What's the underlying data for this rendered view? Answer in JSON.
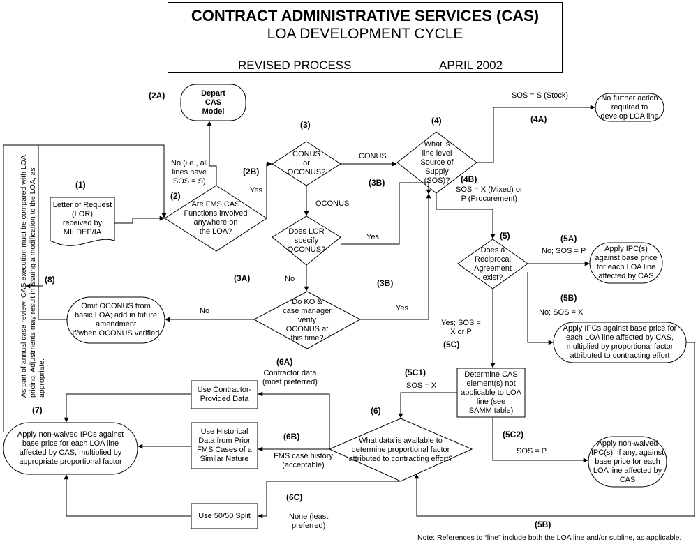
{
  "title": {
    "main": "CONTRACT ADMINISTRATIVE SERVICES (CAS)",
    "sub": "LOA DEVELOPMENT CYCLE",
    "revised": "REVISED PROCESS",
    "date": "APRIL 2002"
  },
  "steps": {
    "s1": "(1)",
    "s2": "(2)",
    "s2a": "(2A)",
    "s2b": "(2B)",
    "s3": "(3)",
    "s3a": "(3A)",
    "s3b_top": "(3B)",
    "s3b_bottom": "(3B)",
    "s4": "(4)",
    "s4a": "(4A)",
    "s4b": "(4B)",
    "s5": "(5)",
    "s5a": "(5A)",
    "s5b_top": "(5B)",
    "s5b_bottom": "(5B)",
    "s5c": "(5C)",
    "s5c1": "(5C1)",
    "s5c2": "(5C2)",
    "s6": "(6)",
    "s6a": "(6A)",
    "s6b": "(6B)",
    "s6c": "(6C)",
    "s7": "(7)",
    "s8": "(8)"
  },
  "nodes": {
    "lor": "Letter of Request\n(LOR)\nreceived by\nMILDEP/IA",
    "depart": "Depart\nCAS\nModel",
    "fms_functions": "Are FMS CAS\nFunctions involved\nanywhere on\nthe LOA?",
    "conus": "CONUS\nor\nOCONUS?",
    "sos": "What is\nline level\nSource of\nSupply\n(SOS)?",
    "no_further": "No further action\nrequired to\ndevelop LOA line",
    "lor_oconus": "Does LOR\nspecify\nOCONUS?",
    "ko_verify": "Do KO &\ncase manager\nverify\nOCONUS at\nthis time?",
    "omit_oconus": "Omit OCONUS from\nbasic LOA; add in future\namendment\nif/when OCONUS verified",
    "reciprocal": "Does a\nReciprocal\nAgreement\nexist?",
    "apply_ipc": "Apply IPC(s)\nagainst base price\nfor each LOA line\naffected by CAS",
    "apply_ipcs_factor": "Apply IPCs against base price for\neach LOA line affected by CAS,\nmultiplied by proportional factor\nattributed to contracting effort",
    "determine_cas": "Determine CAS\nelement(s) not\napplicable to LOA\nline (see\nSAMM table)",
    "apply_nonwaived_p": "Apply non-waived\nIPC(s), if any, against\nbase price for each\nLOA line affected by\nCAS",
    "what_data": "What data is available to\ndetermine proportional factor\nattributed to contracting effort?",
    "contractor_data": "Use Contractor-\nProvided Data",
    "historical_data": "Use Historical\nData from Prior\nFMS Cases of a\nSimilar Nature",
    "split": "Use 50/50 Split",
    "apply_final": "Apply non-waived IPCs against\nbase price for each LOA line\naffected by CAS, multiplied by\nappropriate proportional factor"
  },
  "edge_labels": {
    "no_all_sos_s": "No (i.e., all\nlines have\nSOS = S)",
    "yes_2b": "Yes",
    "conus": "CONUS",
    "oconus": "OCONUS",
    "sos_s_stock": "SOS = S (Stock)",
    "sos_x_mixed": "SOS = X (Mixed) or\nP (Procurement)",
    "yes_lor": "Yes",
    "no_lor": "No",
    "no_ko": "No",
    "yes_ko": "Yes",
    "no_sos_p": "No; SOS = P",
    "no_sos_x": "No; SOS = X",
    "yes_sos_x_or_p": "Yes; SOS =\nX or P",
    "sos_eq_x": "SOS = X",
    "sos_eq_p": "SOS = P",
    "contractor_pref": "Contractor data\n(most preferred)",
    "fms_history": "FMS case history\n(acceptable)",
    "none_least": "None (least\npreferred)"
  },
  "side_note": "As part of annual case review, CAS execution must be compared with LOA pricing. Adjustments may result in issuing a modification to the LOA, as appropriate.",
  "footnote": "Note: References to “line” include both the LOA line and/or subline, as applicable."
}
